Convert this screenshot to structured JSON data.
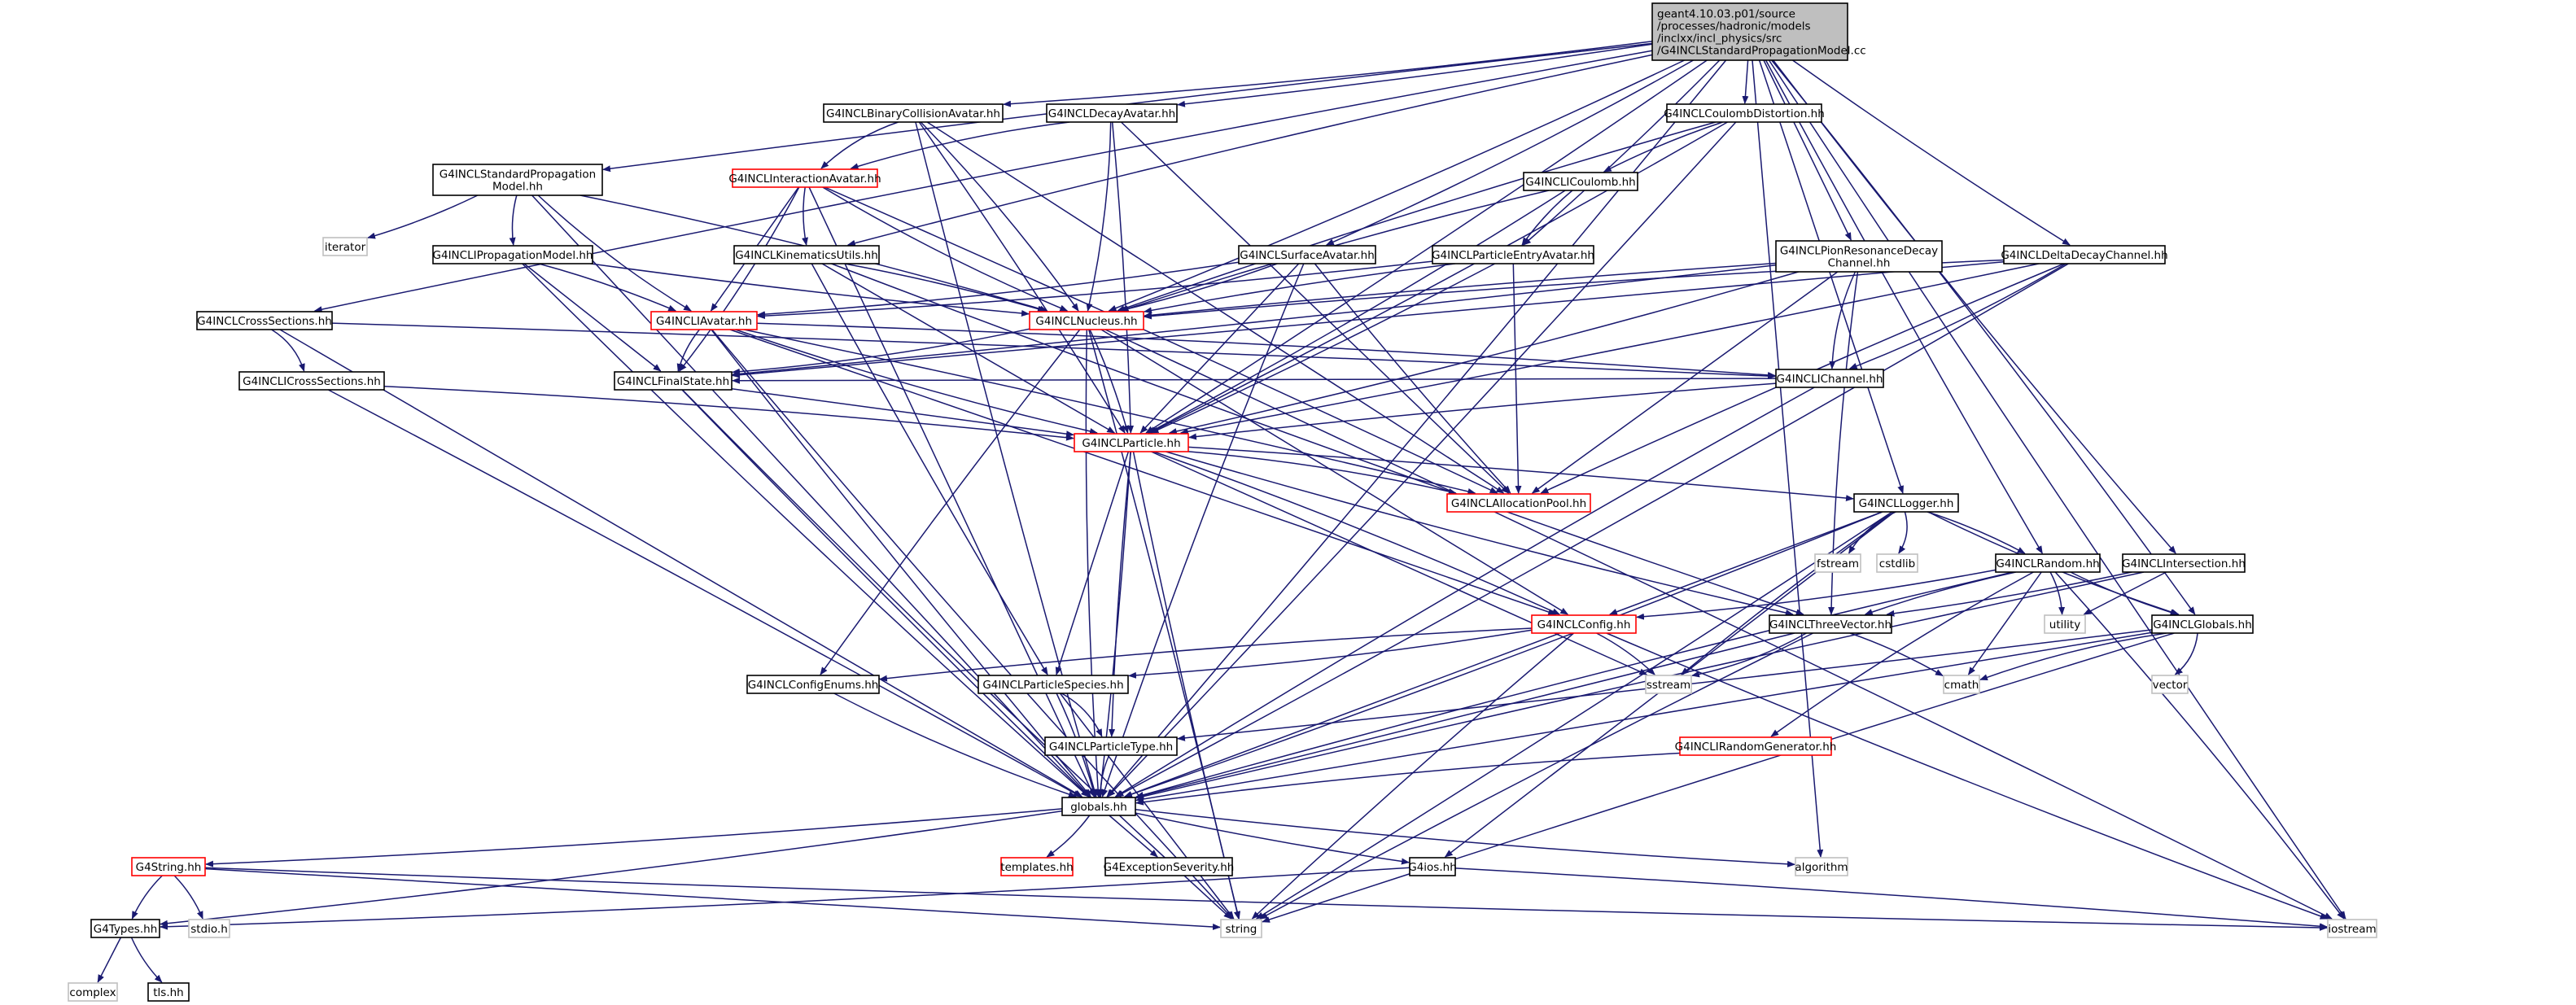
{
  "colors": {
    "edge": "#191970",
    "root_fill": "#bfbfbf",
    "box_border": "#000000",
    "external_border": "#bfbfbf",
    "undocumented_border": "#ff0000"
  },
  "nodes": [
    {
      "id": "root",
      "lines": [
        "geant4.10.03.p01/source",
        "/processes/hadronic/models",
        "/inclxx/incl_physics/src",
        "/G4INCLStandardPropagationModel.cc"
      ],
      "kind": "root"
    },
    {
      "id": "binColl",
      "lines": [
        "G4INCLBinaryCollisionAvatar.hh"
      ],
      "kind": "normal"
    },
    {
      "id": "decayAv",
      "lines": [
        "G4INCLDecayAvatar.hh"
      ],
      "kind": "normal"
    },
    {
      "id": "coulDist",
      "lines": [
        "G4INCLCoulombDistortion.hh"
      ],
      "kind": "normal"
    },
    {
      "id": "interAv",
      "lines": [
        "G4INCLInteractionAvatar.hh"
      ],
      "kind": "red"
    },
    {
      "id": "stdProp",
      "lines": [
        "G4INCLStandardPropagation",
        "Model.hh"
      ],
      "kind": "normal"
    },
    {
      "id": "icoulomb",
      "lines": [
        "G4INCLICoulomb.hh"
      ],
      "kind": "normal"
    },
    {
      "id": "iterator",
      "lines": [
        "iterator"
      ],
      "kind": "external"
    },
    {
      "id": "kinUtils",
      "lines": [
        "G4INCLKinematicsUtils.hh"
      ],
      "kind": "normal"
    },
    {
      "id": "surfAv",
      "lines": [
        "G4INCLSurfaceAvatar.hh"
      ],
      "kind": "normal"
    },
    {
      "id": "partEntry",
      "lines": [
        "G4INCLParticleEntryAvatar.hh"
      ],
      "kind": "normal"
    },
    {
      "id": "pionRes",
      "lines": [
        "G4INCLPionResonanceDecay",
        "Channel.hh"
      ],
      "kind": "normal"
    },
    {
      "id": "deltaDec",
      "lines": [
        "G4INCLDeltaDecayChannel.hh"
      ],
      "kind": "normal"
    },
    {
      "id": "iprop",
      "lines": [
        "G4INCLIPropagationModel.hh"
      ],
      "kind": "normal"
    },
    {
      "id": "crossSec",
      "lines": [
        "G4INCLCrossSections.hh"
      ],
      "kind": "normal"
    },
    {
      "id": "iavatar",
      "lines": [
        "G4INCLIAvatar.hh"
      ],
      "kind": "red"
    },
    {
      "id": "nucleus",
      "lines": [
        "G4INCLNucleus.hh"
      ],
      "kind": "red"
    },
    {
      "id": "ichannel",
      "lines": [
        "G4INCLIChannel.hh"
      ],
      "kind": "normal"
    },
    {
      "id": "icross",
      "lines": [
        "G4INCLICrossSections.hh"
      ],
      "kind": "normal"
    },
    {
      "id": "finalState",
      "lines": [
        "G4INCLFinalState.hh"
      ],
      "kind": "normal"
    },
    {
      "id": "particle",
      "lines": [
        "G4INCLParticle.hh"
      ],
      "kind": "red"
    },
    {
      "id": "allocPool",
      "lines": [
        "G4INCLAllocationPool.hh"
      ],
      "kind": "red"
    },
    {
      "id": "logger",
      "lines": [
        "G4INCLLogger.hh"
      ],
      "kind": "normal"
    },
    {
      "id": "fstream",
      "lines": [
        "fstream"
      ],
      "kind": "external"
    },
    {
      "id": "cstdlib",
      "lines": [
        "cstdlib"
      ],
      "kind": "external"
    },
    {
      "id": "random",
      "lines": [
        "G4INCLRandom.hh"
      ],
      "kind": "normal"
    },
    {
      "id": "intersection",
      "lines": [
        "G4INCLIntersection.hh"
      ],
      "kind": "normal"
    },
    {
      "id": "config",
      "lines": [
        "G4INCLConfig.hh"
      ],
      "kind": "red"
    },
    {
      "id": "utility",
      "lines": [
        "utility"
      ],
      "kind": "external"
    },
    {
      "id": "threeVec",
      "lines": [
        "G4INCLThreeVector.hh"
      ],
      "kind": "normal"
    },
    {
      "id": "inclGlobals",
      "lines": [
        "G4INCLGlobals.hh"
      ],
      "kind": "normal"
    },
    {
      "id": "configEnums",
      "lines": [
        "G4INCLConfigEnums.hh"
      ],
      "kind": "normal"
    },
    {
      "id": "partSpecies",
      "lines": [
        "G4INCLParticleSpecies.hh"
      ],
      "kind": "normal"
    },
    {
      "id": "sstream",
      "lines": [
        "sstream"
      ],
      "kind": "external"
    },
    {
      "id": "cmath",
      "lines": [
        "cmath"
      ],
      "kind": "external"
    },
    {
      "id": "vector",
      "lines": [
        "vector"
      ],
      "kind": "external"
    },
    {
      "id": "partType",
      "lines": [
        "G4INCLParticleType.hh"
      ],
      "kind": "normal"
    },
    {
      "id": "iranGen",
      "lines": [
        "G4INCLIRandomGenerator.hh"
      ],
      "kind": "red"
    },
    {
      "id": "globals",
      "lines": [
        "globals.hh"
      ],
      "kind": "normal"
    },
    {
      "id": "g4string",
      "lines": [
        "G4String.hh"
      ],
      "kind": "red"
    },
    {
      "id": "templates",
      "lines": [
        "templates.hh"
      ],
      "kind": "red"
    },
    {
      "id": "exception",
      "lines": [
        "G4ExceptionSeverity.hh"
      ],
      "kind": "normal"
    },
    {
      "id": "g4ios",
      "lines": [
        "G4ios.hh"
      ],
      "kind": "normal"
    },
    {
      "id": "algorithm",
      "lines": [
        "algorithm"
      ],
      "kind": "external"
    },
    {
      "id": "g4types",
      "lines": [
        "G4Types.hh"
      ],
      "kind": "normal"
    },
    {
      "id": "stdio",
      "lines": [
        "stdio.h"
      ],
      "kind": "external"
    },
    {
      "id": "string",
      "lines": [
        "string"
      ],
      "kind": "external"
    },
    {
      "id": "iostream",
      "lines": [
        "iostream"
      ],
      "kind": "external"
    },
    {
      "id": "complex",
      "lines": [
        "complex"
      ],
      "kind": "external"
    },
    {
      "id": "tls",
      "lines": [
        "tls.hh"
      ],
      "kind": "normal"
    }
  ],
  "edges": [
    [
      "root",
      "binColl"
    ],
    [
      "root",
      "decayAv"
    ],
    [
      "root",
      "coulDist"
    ],
    [
      "root",
      "stdProp"
    ],
    [
      "root",
      "kinUtils"
    ],
    [
      "root",
      "surfAv"
    ],
    [
      "root",
      "partEntry"
    ],
    [
      "root",
      "pionRes"
    ],
    [
      "root",
      "deltaDec"
    ],
    [
      "root",
      "crossSec"
    ],
    [
      "root",
      "nucleus"
    ],
    [
      "root",
      "particle"
    ],
    [
      "root",
      "logger"
    ],
    [
      "root",
      "random"
    ],
    [
      "root",
      "intersection"
    ],
    [
      "root",
      "inclGlobals"
    ],
    [
      "root",
      "globals"
    ],
    [
      "root",
      "algorithm"
    ],
    [
      "root",
      "iostream"
    ],
    [
      "binColl",
      "interAv"
    ],
    [
      "binColl",
      "nucleus"
    ],
    [
      "binColl",
      "particle"
    ],
    [
      "binColl",
      "allocPool"
    ],
    [
      "binColl",
      "globals"
    ],
    [
      "decayAv",
      "interAv"
    ],
    [
      "decayAv",
      "nucleus"
    ],
    [
      "decayAv",
      "particle"
    ],
    [
      "decayAv",
      "allocPool"
    ],
    [
      "coulDist",
      "icoulomb"
    ],
    [
      "coulDist",
      "nucleus"
    ],
    [
      "coulDist",
      "particle"
    ],
    [
      "coulDist",
      "globals"
    ],
    [
      "interAv",
      "iavatar"
    ],
    [
      "interAv",
      "kinUtils"
    ],
    [
      "interAv",
      "nucleus"
    ],
    [
      "interAv",
      "finalState"
    ],
    [
      "interAv",
      "allocPool"
    ],
    [
      "interAv",
      "globals"
    ],
    [
      "stdProp",
      "iprop"
    ],
    [
      "stdProp",
      "iavatar"
    ],
    [
      "stdProp",
      "nucleus"
    ],
    [
      "stdProp",
      "iterator"
    ],
    [
      "stdProp",
      "globals"
    ],
    [
      "icoulomb",
      "partEntry"
    ],
    [
      "icoulomb",
      "nucleus"
    ],
    [
      "icoulomb",
      "particle"
    ],
    [
      "kinUtils",
      "nucleus"
    ],
    [
      "kinUtils",
      "particle"
    ],
    [
      "kinUtils",
      "partSpecies"
    ],
    [
      "kinUtils",
      "threeVec"
    ],
    [
      "surfAv",
      "iavatar"
    ],
    [
      "surfAv",
      "nucleus"
    ],
    [
      "surfAv",
      "particle"
    ],
    [
      "surfAv",
      "allocPool"
    ],
    [
      "surfAv",
      "globals"
    ],
    [
      "partEntry",
      "iavatar"
    ],
    [
      "partEntry",
      "particle"
    ],
    [
      "partEntry",
      "allocPool"
    ],
    [
      "partEntry",
      "nucleus"
    ],
    [
      "pionRes",
      "ichannel"
    ],
    [
      "pionRes",
      "particle"
    ],
    [
      "pionRes",
      "finalState"
    ],
    [
      "pionRes",
      "allocPool"
    ],
    [
      "pionRes",
      "nucleus"
    ],
    [
      "pionRes",
      "threeVec"
    ],
    [
      "deltaDec",
      "ichannel"
    ],
    [
      "deltaDec",
      "particle"
    ],
    [
      "deltaDec",
      "finalState"
    ],
    [
      "deltaDec",
      "allocPool"
    ],
    [
      "deltaDec",
      "nucleus"
    ],
    [
      "deltaDec",
      "globals"
    ],
    [
      "iprop",
      "iavatar"
    ],
    [
      "iprop",
      "finalState"
    ],
    [
      "iprop",
      "nucleus"
    ],
    [
      "iprop",
      "globals"
    ],
    [
      "crossSec",
      "icross"
    ],
    [
      "crossSec",
      "ichannel"
    ],
    [
      "crossSec",
      "globals"
    ],
    [
      "iavatar",
      "finalState"
    ],
    [
      "iavatar",
      "particle"
    ],
    [
      "iavatar",
      "ichannel"
    ],
    [
      "iavatar",
      "allocPool"
    ],
    [
      "iavatar",
      "config"
    ],
    [
      "iavatar",
      "globals"
    ],
    [
      "iavatar",
      "string"
    ],
    [
      "nucleus",
      "finalState"
    ],
    [
      "nucleus",
      "particle"
    ],
    [
      "nucleus",
      "config"
    ],
    [
      "nucleus",
      "configEnums"
    ],
    [
      "nucleus",
      "globals"
    ],
    [
      "nucleus",
      "iostream"
    ],
    [
      "nucleus",
      "string"
    ],
    [
      "ichannel",
      "finalState"
    ],
    [
      "ichannel",
      "particle"
    ],
    [
      "ichannel",
      "globals"
    ],
    [
      "icross",
      "particle"
    ],
    [
      "icross",
      "globals"
    ],
    [
      "finalState",
      "particle"
    ],
    [
      "finalState",
      "globals"
    ],
    [
      "finalState",
      "string"
    ],
    [
      "particle",
      "allocPool"
    ],
    [
      "particle",
      "logger"
    ],
    [
      "particle",
      "partSpecies"
    ],
    [
      "particle",
      "partType"
    ],
    [
      "particle",
      "threeVec"
    ],
    [
      "particle",
      "config"
    ],
    [
      "particle",
      "globals"
    ],
    [
      "particle",
      "sstream"
    ],
    [
      "particle",
      "string"
    ],
    [
      "logger",
      "fstream"
    ],
    [
      "logger",
      "cstdlib"
    ],
    [
      "logger",
      "random"
    ],
    [
      "logger",
      "config"
    ],
    [
      "logger",
      "sstream"
    ],
    [
      "logger",
      "inclGlobals"
    ],
    [
      "logger",
      "globals"
    ],
    [
      "logger",
      "string"
    ],
    [
      "logger",
      "g4ios"
    ],
    [
      "random",
      "threeVec"
    ],
    [
      "random",
      "iranGen"
    ],
    [
      "random",
      "config"
    ],
    [
      "random",
      "utility"
    ],
    [
      "random",
      "cmath"
    ],
    [
      "random",
      "inclGlobals"
    ],
    [
      "random",
      "globals"
    ],
    [
      "random",
      "iostream"
    ],
    [
      "intersection",
      "threeVec"
    ],
    [
      "intersection",
      "utility"
    ],
    [
      "intersection",
      "globals"
    ],
    [
      "config",
      "configEnums"
    ],
    [
      "config",
      "partSpecies"
    ],
    [
      "config",
      "sstream"
    ],
    [
      "config",
      "globals"
    ],
    [
      "config",
      "string"
    ],
    [
      "config",
      "iostream"
    ],
    [
      "threeVec",
      "sstream"
    ],
    [
      "threeVec",
      "cmath"
    ],
    [
      "threeVec",
      "globals"
    ],
    [
      "threeVec",
      "string"
    ],
    [
      "inclGlobals",
      "cmath"
    ],
    [
      "inclGlobals",
      "vector"
    ],
    [
      "inclGlobals",
      "partType"
    ],
    [
      "inclGlobals",
      "globals"
    ],
    [
      "inclGlobals",
      "string"
    ],
    [
      "configEnums",
      "globals"
    ],
    [
      "partSpecies",
      "partType"
    ],
    [
      "partSpecies",
      "globals"
    ],
    [
      "partSpecies",
      "string"
    ],
    [
      "partType",
      "globals"
    ],
    [
      "iranGen",
      "globals"
    ],
    [
      "globals",
      "g4string"
    ],
    [
      "globals",
      "templates"
    ],
    [
      "globals",
      "exception"
    ],
    [
      "globals",
      "g4ios"
    ],
    [
      "globals",
      "algorithm"
    ],
    [
      "globals",
      "g4types"
    ],
    [
      "g4string",
      "stdio"
    ],
    [
      "g4string",
      "string"
    ],
    [
      "g4string",
      "g4types"
    ],
    [
      "g4string",
      "iostream"
    ],
    [
      "g4ios",
      "g4types"
    ],
    [
      "g4ios",
      "iostream"
    ],
    [
      "g4types",
      "complex"
    ],
    [
      "g4types",
      "tls"
    ]
  ]
}
